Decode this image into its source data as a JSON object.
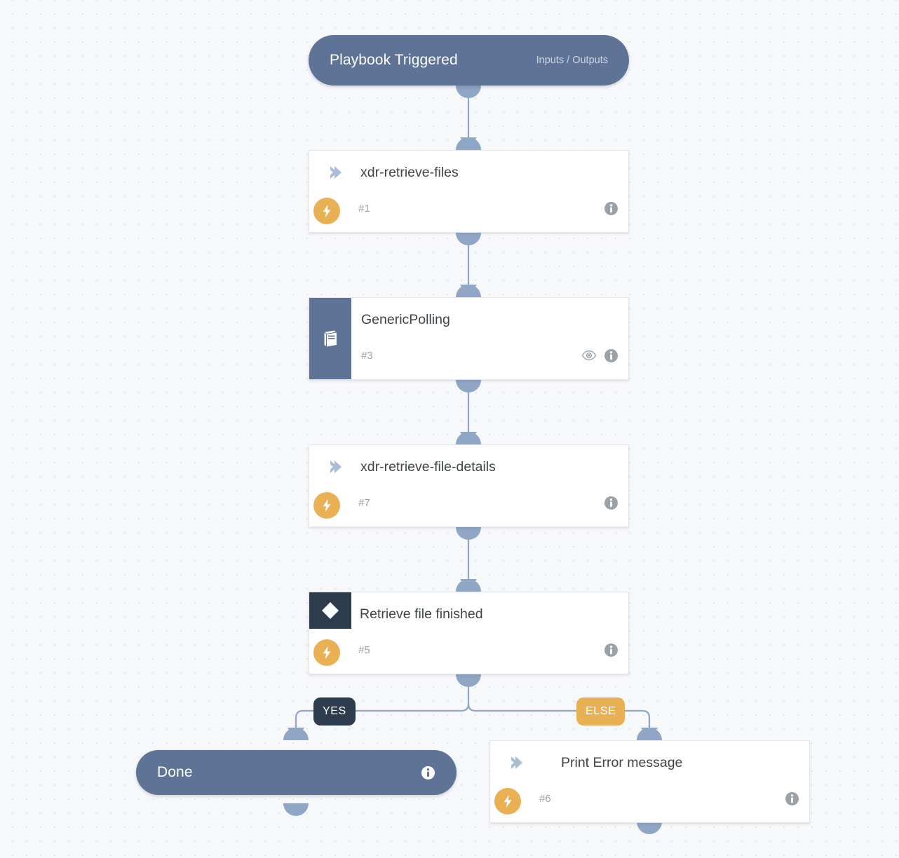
{
  "canvas": {
    "background_color": "#f7f8fa",
    "grid_dot_color": "#e2e4e9",
    "accent_slate": "#5f7397",
    "accent_amber": "#eab054",
    "accent_dark": "#2e3d4e",
    "connector_color": "#8fa6c4"
  },
  "start_node": {
    "title": "Playbook Triggered",
    "io_label": "Inputs / Outputs"
  },
  "tasks": [
    {
      "title": "xdr-retrieve-files",
      "number": "#1",
      "type": "command",
      "icon": "chevron-icon",
      "has_bolt": true,
      "has_eye": false,
      "has_info": true
    },
    {
      "title": "GenericPolling",
      "number": "#3",
      "type": "sub-playbook",
      "icon": "book-icon",
      "has_bolt": false,
      "has_eye": true,
      "has_info": true
    },
    {
      "title": "xdr-retrieve-file-details",
      "number": "#7",
      "type": "command",
      "icon": "chevron-icon",
      "has_bolt": true,
      "has_eye": false,
      "has_info": true
    },
    {
      "title": "Retrieve file finished",
      "number": "#5",
      "type": "condition",
      "icon": "diamond-icon",
      "has_bolt": true,
      "has_eye": false,
      "has_info": true
    },
    {
      "title": "Print Error message",
      "number": "#6",
      "type": "command",
      "icon": "chevron-icon",
      "has_bolt": true,
      "has_eye": false,
      "has_info": true
    }
  ],
  "branches": {
    "yes_label": "YES",
    "else_label": "ELSE"
  },
  "end_node": {
    "title": "Done"
  }
}
